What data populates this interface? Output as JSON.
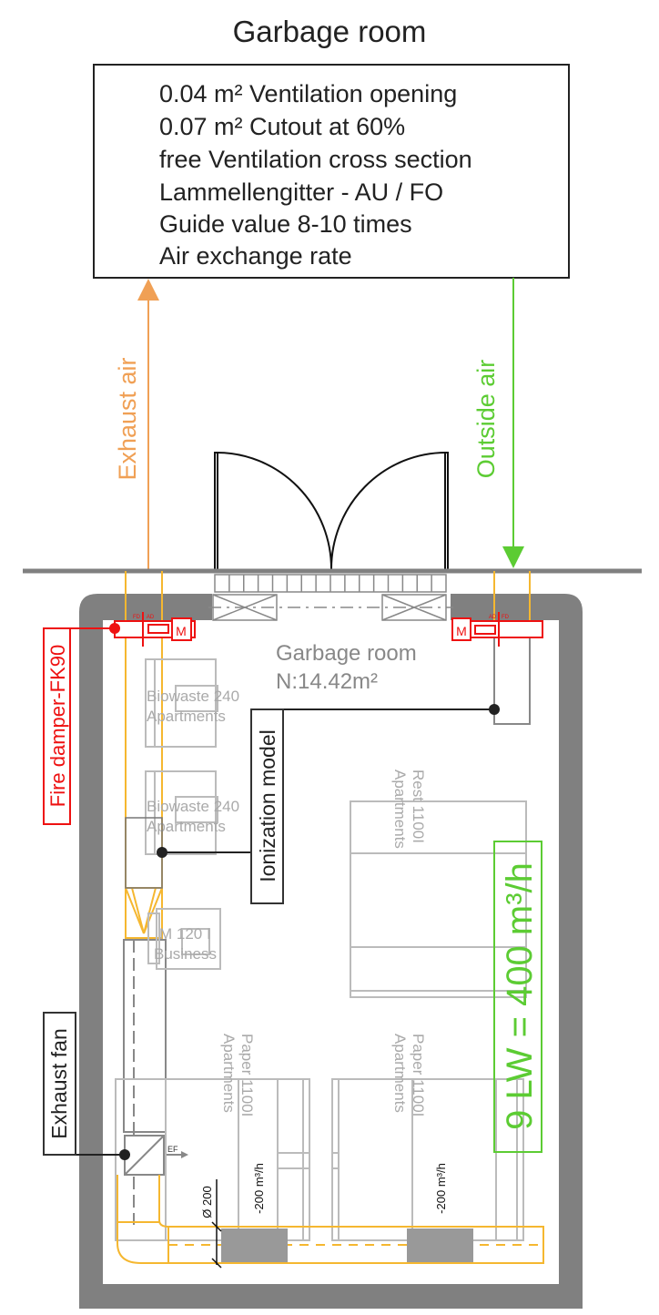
{
  "title": "Garbage room",
  "info_box": {
    "lines": [
      "0.04 m² Ventilation opening",
      "0.07 m² Cutout at 60%",
      "free Ventilation cross section",
      "Lammellengitter - AU / FO",
      "Guide value 8-10 times",
      "Air exchange rate"
    ]
  },
  "arrows": {
    "exhaust_label": "Exhaust air",
    "outside_label": "Outside air"
  },
  "room": {
    "name": "Garbage room",
    "area": "N:14.42m²"
  },
  "labels": {
    "fire_damper": "Fire damper-FK90",
    "ionization": "Ionization model",
    "exhaust_fan": "Exhaust fan",
    "airflow_total": "9 LW = 400 m³/h",
    "fd": "FD",
    "ad": "AD",
    "motor": "M",
    "ef": "EF",
    "diameter": "Ø 200",
    "flow_1": "-200 m³/h",
    "flow_2": "-200 m³/h"
  },
  "containers": [
    {
      "line1": "Biowaste 240",
      "line2": "Apartments"
    },
    {
      "line1": "Biowaste 240",
      "line2": "Apartments"
    },
    {
      "line1": "M 120 I",
      "line2": "Business"
    },
    {
      "line1": "Rest 1100I",
      "line2": "Apartments"
    },
    {
      "line1": "Paper 1100I",
      "line2": "Apartments"
    },
    {
      "line1": "Paper 1100I",
      "line2": "Apartments"
    }
  ],
  "colors": {
    "exhaust": "#f0a055",
    "outside": "#5ccc33",
    "damper": "#ee1111",
    "duct": "#f5b730",
    "wall": "#808080"
  }
}
